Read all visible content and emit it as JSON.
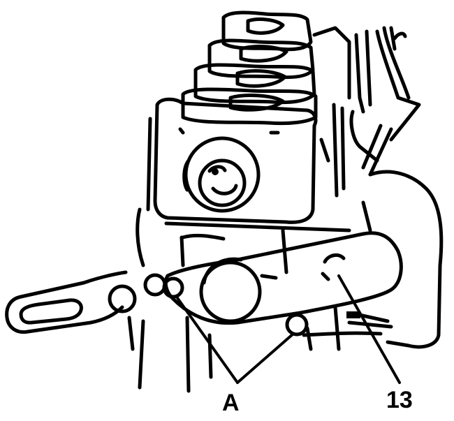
{
  "diagram": {
    "callouts": [
      {
        "id": "A",
        "text": "A"
      },
      {
        "id": "13",
        "text": "13"
      }
    ]
  }
}
